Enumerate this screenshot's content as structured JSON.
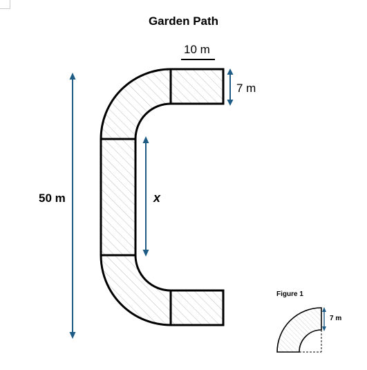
{
  "diagram": {
    "title": "Garden Path",
    "labels": {
      "top_width": "10 m",
      "top_height": "7 m",
      "total_height": "50 m",
      "inner_length": "x",
      "figure_title": "Figure 1",
      "figure_width": "7 m"
    },
    "colors": {
      "outline": "#000000",
      "arrow": "#1f5c85",
      "hatch": "#b5b5b5"
    }
  }
}
